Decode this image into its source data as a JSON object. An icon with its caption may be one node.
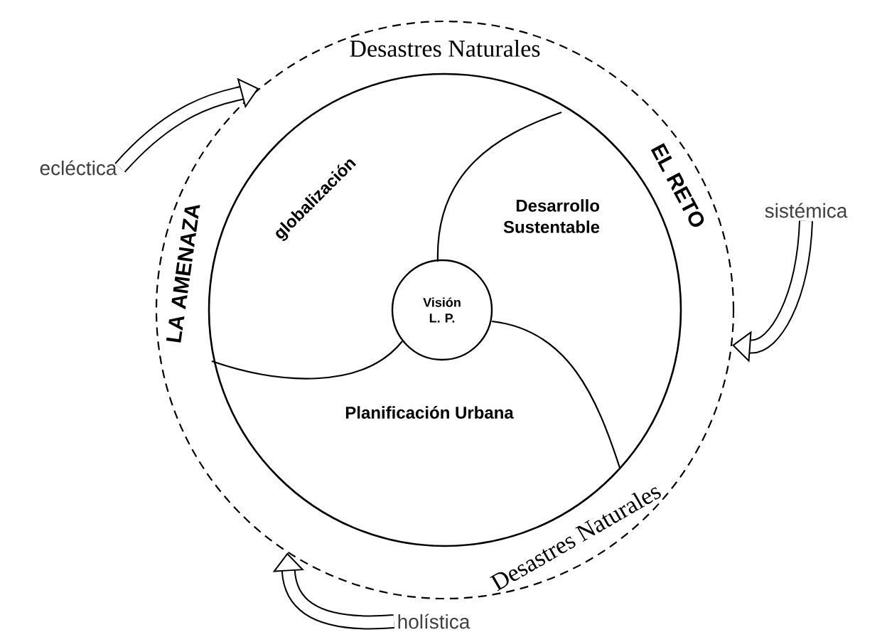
{
  "diagram": {
    "nodes": [
      {
        "text": [
          "Desastres Naturales",
          "EL RETO",
          "Desastres Naturales",
          "LA AMENAZA"
        ]
      },
      {
        "text": [
          "globalización",
          "Desarrollo Sustentable",
          "Planificación Urbana"
        ],
        "in": 0
      },
      {
        "text": [
          "Visión L. P."
        ],
        "in": 1
      },
      {
        "text": [
          "ecléctica"
        ]
      },
      {
        "text": [
          "sistémica"
        ]
      },
      {
        "text": [
          "holística"
        ]
      }
    ],
    "edges": [
      {
        "from": 3,
        "to": 0,
        "arrow": "to"
      },
      {
        "from": 4,
        "to": 0,
        "arrow": "to"
      },
      {
        "from": 5,
        "to": 0,
        "arrow": "to"
      }
    ]
  }
}
